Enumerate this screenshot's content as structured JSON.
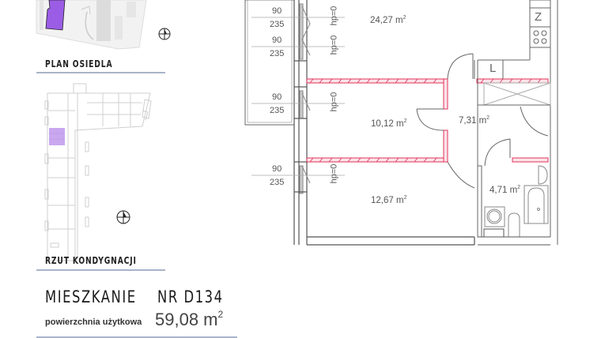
{
  "sidebar": {
    "site_plan": {
      "label": "PLAN OSIEDLA",
      "highlight_color": "#9b5de5",
      "compass_icon": "north-compass-icon"
    },
    "floor_plan": {
      "label": "RZUT KONDYGNACJI",
      "highlight_color": "#c9a8f0",
      "compass_icon": "north-compass-icon"
    },
    "apartment": {
      "title": "MIESZKANIE",
      "number": "NR D134",
      "area_label": "powierzchnia użytkowa",
      "area_value": "59,08 m",
      "area_unit_sup": "2"
    },
    "rule_color": "#a9b3c9"
  },
  "floorplan": {
    "rooms": [
      {
        "name": "living-room",
        "area": "24,27 m",
        "sup": "2"
      },
      {
        "name": "bedroom-1",
        "area": "10,12 m",
        "sup": "2"
      },
      {
        "name": "hall",
        "area": "7,31 m",
        "sup": "2"
      },
      {
        "name": "bedroom-2",
        "area": "12,67 m",
        "sup": "2"
      },
      {
        "name": "bathroom",
        "area": "4,71 m",
        "sup": "2"
      }
    ],
    "windows": [
      {
        "width": "90",
        "height": "235",
        "hp": "hp=0"
      },
      {
        "width": "90",
        "height": "235",
        "hp": "hp=0"
      },
      {
        "width": "90",
        "height": "235",
        "hp": "hp=0"
      },
      {
        "width": "90",
        "height": "235",
        "hp": "hp=0"
      }
    ],
    "fixtures": {
      "fridge_letter": "Z",
      "wardrobe_letter": "L"
    },
    "wall_color": "#555555",
    "partition_color": "#e0335a"
  }
}
